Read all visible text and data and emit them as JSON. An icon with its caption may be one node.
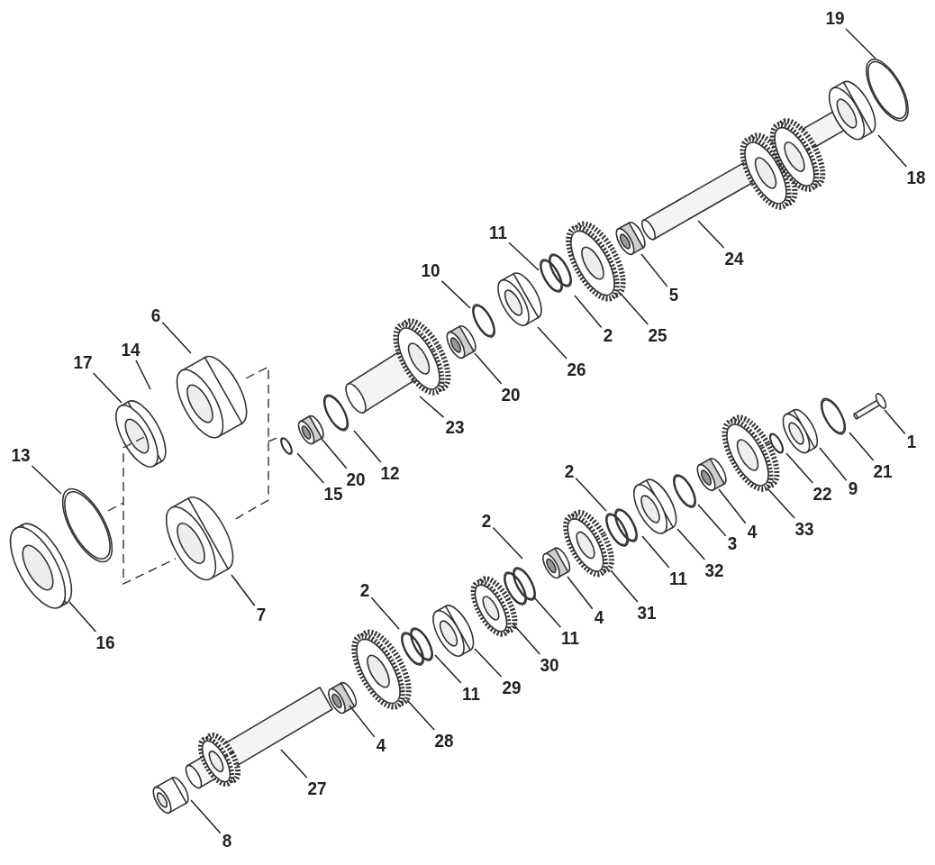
{
  "diagram": {
    "nodes": [
      {
        "text": [
          "19"
        ]
      },
      {
        "text": [
          "18"
        ]
      },
      {
        "text": [
          "11"
        ]
      },
      {
        "text": [
          "24"
        ]
      },
      {
        "text": [
          "10"
        ]
      },
      {
        "text": [
          "5"
        ]
      },
      {
        "text": [
          "6"
        ]
      },
      {
        "text": [
          "2"
        ]
      },
      {
        "text": [
          "25"
        ]
      },
      {
        "text": [
          "14"
        ]
      },
      {
        "text": [
          "17"
        ]
      },
      {
        "text": [
          "26"
        ]
      },
      {
        "text": [
          "20"
        ]
      },
      {
        "text": [
          "23"
        ]
      },
      {
        "text": [
          "1"
        ]
      },
      {
        "text": [
          "13"
        ]
      },
      {
        "text": [
          "2"
        ]
      },
      {
        "text": [
          "21"
        ]
      },
      {
        "text": [
          "12"
        ]
      },
      {
        "text": [
          "20"
        ]
      },
      {
        "text": [
          "9"
        ]
      },
      {
        "text": [
          "15"
        ]
      },
      {
        "text": [
          "22"
        ]
      },
      {
        "text": [
          "2"
        ]
      },
      {
        "text": [
          "33"
        ]
      },
      {
        "text": [
          "4"
        ]
      },
      {
        "text": [
          "3"
        ]
      },
      {
        "text": [
          "32"
        ]
      },
      {
        "text": [
          "11"
        ]
      },
      {
        "text": [
          "2"
        ]
      },
      {
        "text": [
          "31"
        ]
      },
      {
        "text": [
          "7"
        ]
      },
      {
        "text": [
          "4"
        ]
      },
      {
        "text": [
          "11"
        ]
      },
      {
        "text": [
          "16"
        ]
      },
      {
        "text": [
          "30"
        ]
      },
      {
        "text": [
          "29"
        ]
      },
      {
        "text": [
          "11"
        ]
      },
      {
        "text": [
          "28"
        ]
      },
      {
        "text": [
          "4"
        ]
      },
      {
        "text": [
          "27"
        ]
      },
      {
        "text": [
          "8"
        ]
      }
    ],
    "edges": [
      {
        "from": 0,
        "to": null,
        "arrow": "none"
      },
      {
        "from": 1,
        "to": null,
        "arrow": "none"
      },
      {
        "from": 2,
        "to": null,
        "arrow": "none"
      },
      {
        "from": 3,
        "to": null,
        "arrow": "none"
      },
      {
        "from": 4,
        "to": null,
        "arrow": "none"
      },
      {
        "from": 5,
        "to": null,
        "arrow": "none"
      },
      {
        "from": 6,
        "to": null,
        "arrow": "none"
      },
      {
        "from": 7,
        "to": null,
        "arrow": "none"
      },
      {
        "from": 8,
        "to": null,
        "arrow": "none"
      },
      {
        "from": 9,
        "to": null,
        "arrow": "none"
      },
      {
        "from": 10,
        "to": null,
        "arrow": "none"
      },
      {
        "from": 11,
        "to": null,
        "arrow": "none"
      },
      {
        "from": 12,
        "to": null,
        "arrow": "none"
      },
      {
        "from": 13,
        "to": null,
        "arrow": "none"
      },
      {
        "from": 14,
        "to": null,
        "arrow": "none"
      },
      {
        "from": 15,
        "to": null,
        "arrow": "none"
      },
      {
        "from": 16,
        "to": null,
        "arrow": "none"
      },
      {
        "from": 17,
        "to": null,
        "arrow": "none"
      },
      {
        "from": 18,
        "to": null,
        "arrow": "none"
      },
      {
        "from": 19,
        "to": null,
        "arrow": "none"
      },
      {
        "from": 20,
        "to": null,
        "arrow": "none"
      },
      {
        "from": 21,
        "to": null,
        "arrow": "none"
      },
      {
        "from": 22,
        "to": null,
        "arrow": "none"
      },
      {
        "from": 23,
        "to": null,
        "arrow": "none"
      },
      {
        "from": 24,
        "to": null,
        "arrow": "none"
      },
      {
        "from": 25,
        "to": null,
        "arrow": "none"
      },
      {
        "from": 26,
        "to": null,
        "arrow": "none"
      },
      {
        "from": 27,
        "to": null,
        "arrow": "none"
      },
      {
        "from": 28,
        "to": null,
        "arrow": "none"
      },
      {
        "from": 29,
        "to": null,
        "arrow": "none"
      },
      {
        "from": 30,
        "to": null,
        "arrow": "none"
      },
      {
        "from": 31,
        "to": null,
        "arrow": "none"
      },
      {
        "from": 32,
        "to": null,
        "arrow": "none"
      },
      {
        "from": 33,
        "to": null,
        "arrow": "none"
      },
      {
        "from": 34,
        "to": null,
        "arrow": "none"
      },
      {
        "from": 35,
        "to": null,
        "arrow": "none"
      },
      {
        "from": 36,
        "to": null,
        "arrow": "none"
      },
      {
        "from": 37,
        "to": null,
        "arrow": "none"
      },
      {
        "from": 38,
        "to": null,
        "arrow": "none"
      },
      {
        "from": 39,
        "to": null,
        "arrow": "none"
      },
      {
        "from": 40,
        "to": null,
        "arrow": "none"
      },
      {
        "from": 41,
        "to": null,
        "arrow": "none"
      }
    ]
  }
}
